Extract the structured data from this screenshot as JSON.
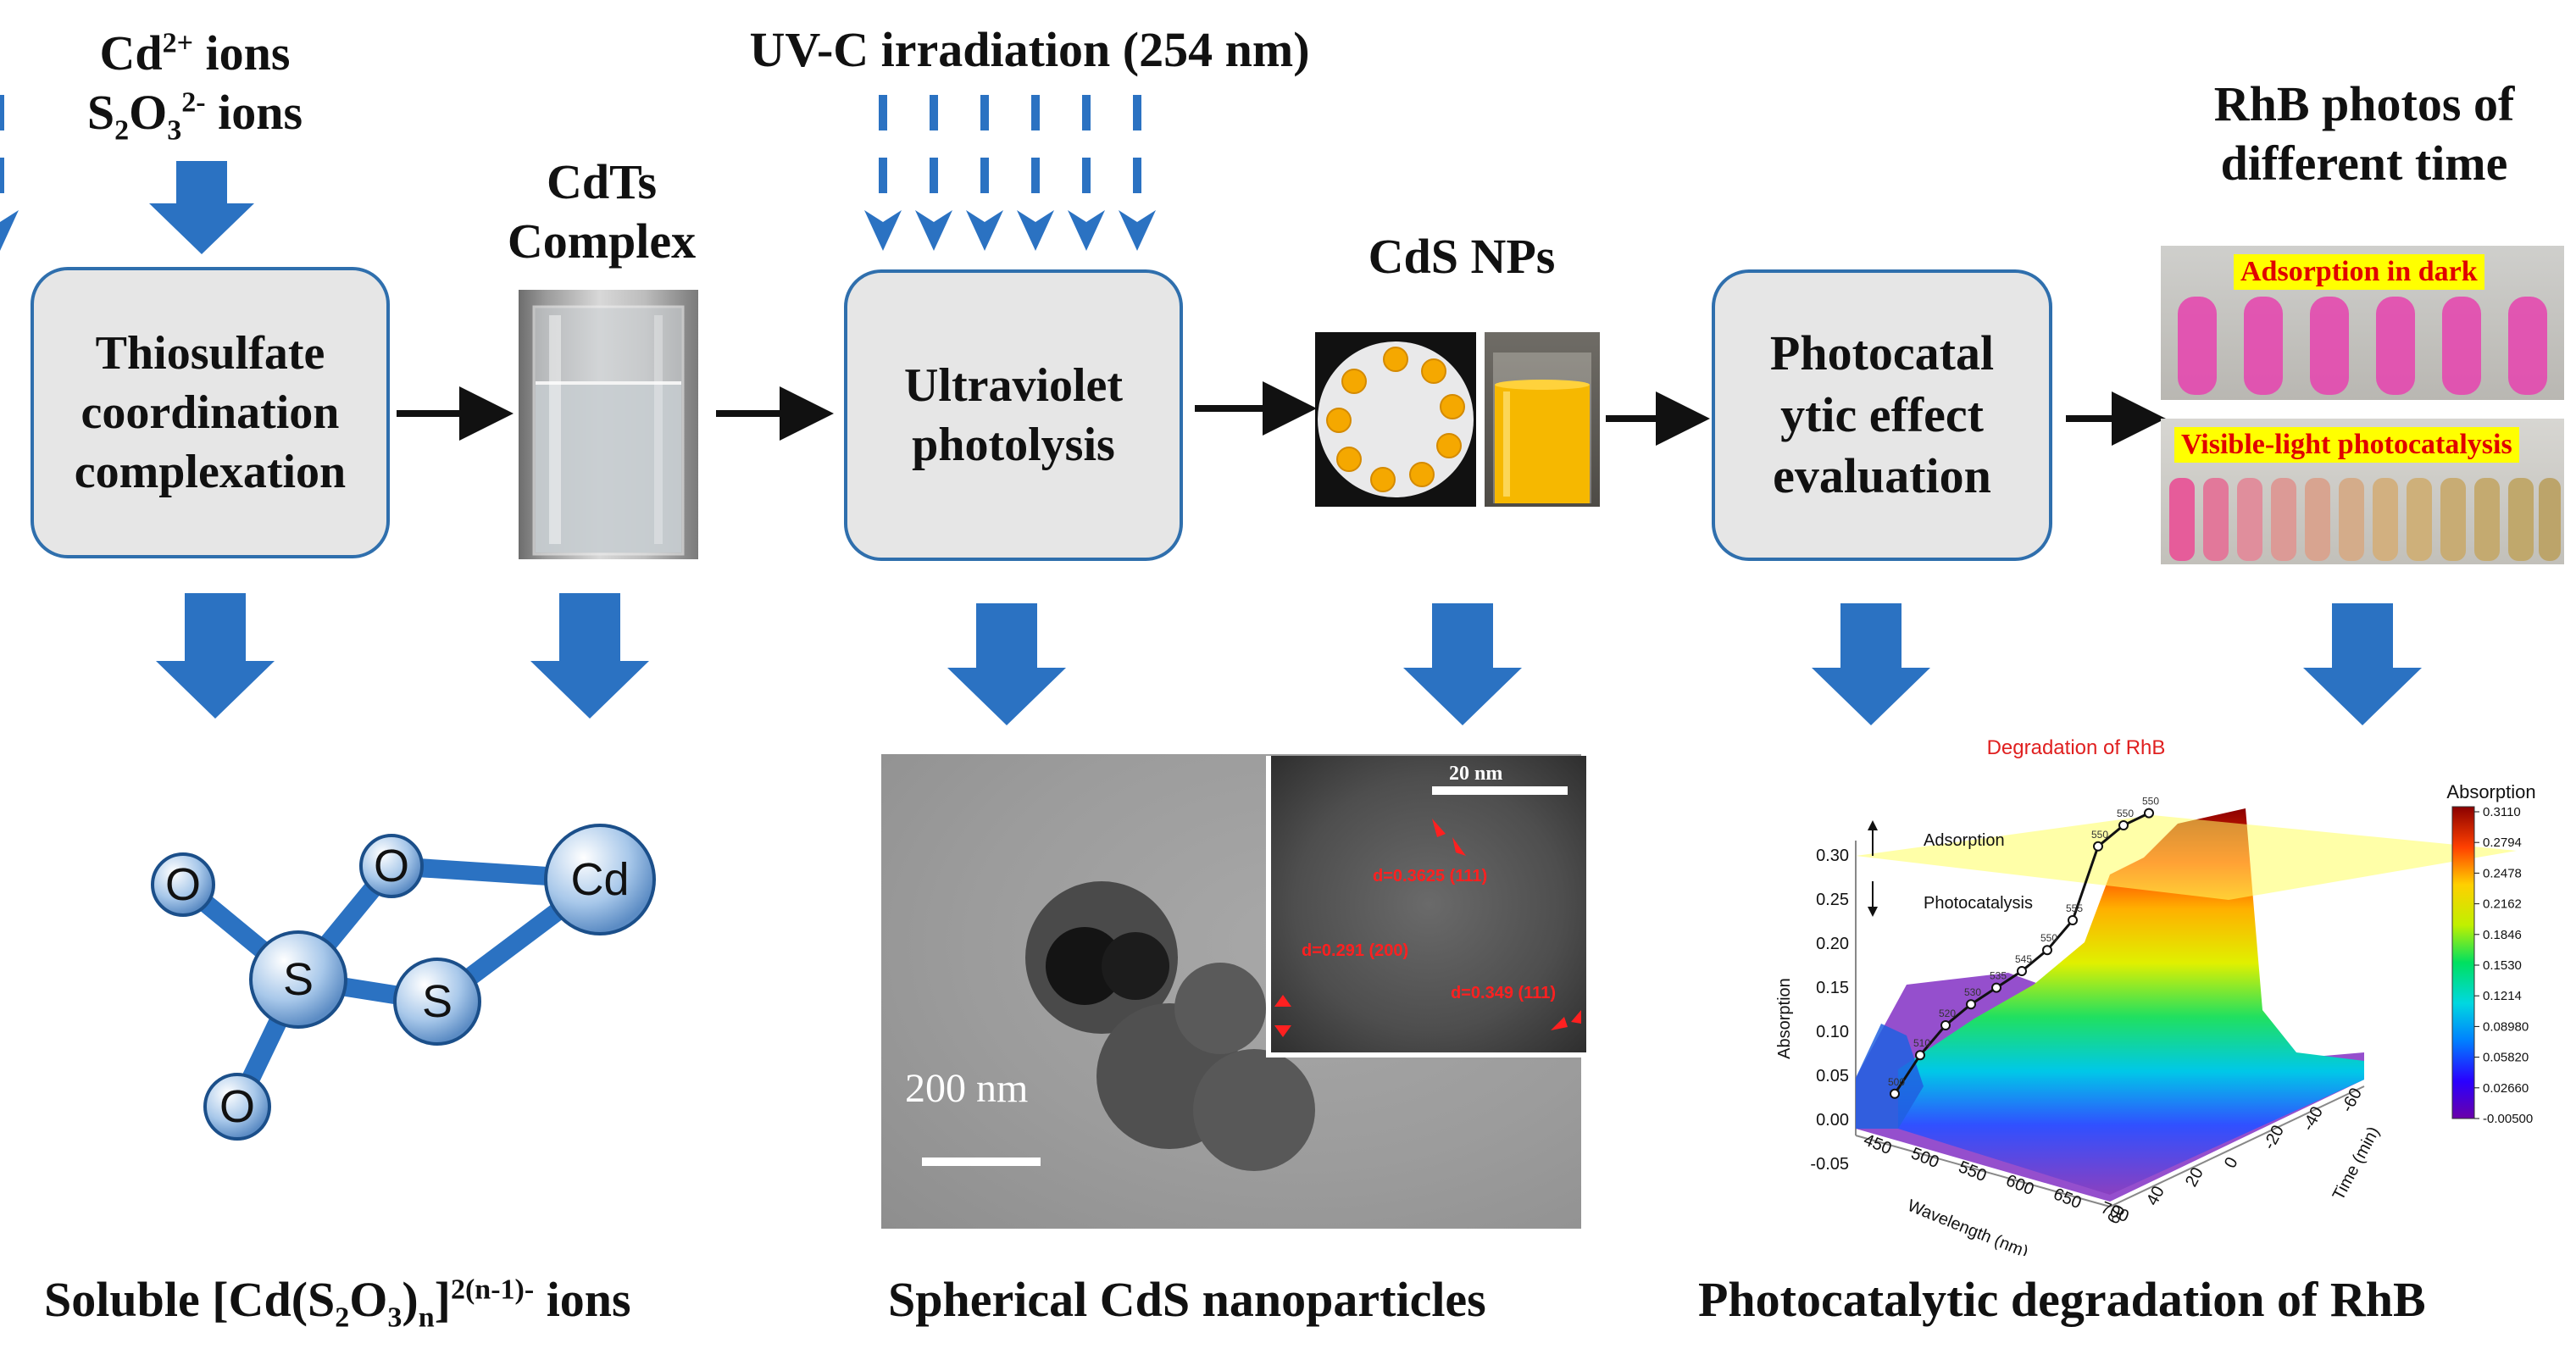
{
  "inputs": {
    "line1": "Cd",
    "line1_sup": "2+",
    "line1_tail": " ions",
    "line2_a": "S",
    "line2_sub1": "2",
    "line2_b": "O",
    "line2_sub2": "3",
    "line2_sup": "2-",
    "line2_tail": " ions"
  },
  "cdts_label": [
    "CdTs",
    "Complex"
  ],
  "uv_label": "UV-C irradiation (254 nm)",
  "cds_np_label": "CdS NPs",
  "rhb_photos_label": [
    "RhB photos of",
    "different time"
  ],
  "boxes": {
    "thiosulfate": [
      "Thiosulfate",
      "coordination",
      "complexation"
    ],
    "ultraviolet": [
      "Ultraviolet",
      "photolysis"
    ],
    "photocatalytic": [
      "Photocatal",
      "ytic effect",
      "evaluation"
    ]
  },
  "rhb_tags": {
    "dark": "Adsorption in dark",
    "visible": "Visible-light photocatalysis"
  },
  "molecule": {
    "atoms": [
      "O",
      "O",
      "Cd",
      "S",
      "S",
      "O"
    ]
  },
  "tem": {
    "scale_main": "200 nm",
    "scale_inset": "20 nm",
    "d_labels": [
      "d=0.3625 (111)",
      "d=0.291 (200)",
      "d=0.349 (111)"
    ]
  },
  "captions": {
    "left_a": "Soluble [Cd(S",
    "left_sub1": "2",
    "left_b": "O",
    "left_sub2": "3",
    "left_c": ")",
    "left_sub3": "n",
    "left_d": "]",
    "left_sup": "2(n-1)-",
    "left_e": " ions",
    "middle": "Spherical CdS nanoparticles",
    "right": "Photocatalytic degradation of RhB"
  },
  "chart_data": {
    "type": "area",
    "title": "Degradation of RhB",
    "colorbar_title": "Absorption",
    "colorbar_ticks": [
      "0.3110",
      "0.2794",
      "0.2478",
      "0.2162",
      "0.1846",
      "0.1530",
      "0.1214",
      "0.08980",
      "0.05820",
      "0.02660",
      "-0.00500"
    ],
    "z_ticks": [
      "0.30",
      "0.25",
      "0.20",
      "0.15",
      "0.10",
      "0.05",
      "0.00",
      "-0.05"
    ],
    "x_ticks": [
      "450",
      "500",
      "550",
      "600",
      "650",
      "700"
    ],
    "time_ticks": [
      "-60",
      "-40",
      "-20",
      "0",
      "20",
      "40",
      "60"
    ],
    "xlabel": "Wavelength (nm)",
    "ylabel": "Time (min)",
    "zlabel": "Absorption",
    "annotations": [
      "Adsorption",
      "Photocatalysis"
    ],
    "peak_labels": [
      "500",
      "510",
      "520",
      "530",
      "535",
      "545",
      "550",
      "555",
      "550",
      "550",
      "550"
    ],
    "peak_values": [
      0.03,
      0.07,
      0.1,
      0.12,
      0.135,
      0.15,
      0.17,
      0.2,
      0.28,
      0.3,
      0.31
    ]
  },
  "colors": {
    "arrow": "#2b72c2",
    "box_border": "#2f6fad",
    "box_fill": "#e6e6e6",
    "atom": "#a8c8ea"
  }
}
